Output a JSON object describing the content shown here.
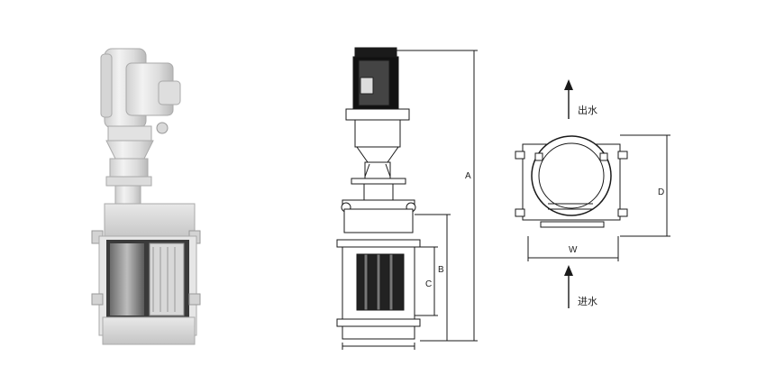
{
  "labels": {
    "A": "A",
    "B": "B",
    "C": "C",
    "D": "D",
    "W": "W",
    "outlet": "出水",
    "inlet": "进水"
  }
}
